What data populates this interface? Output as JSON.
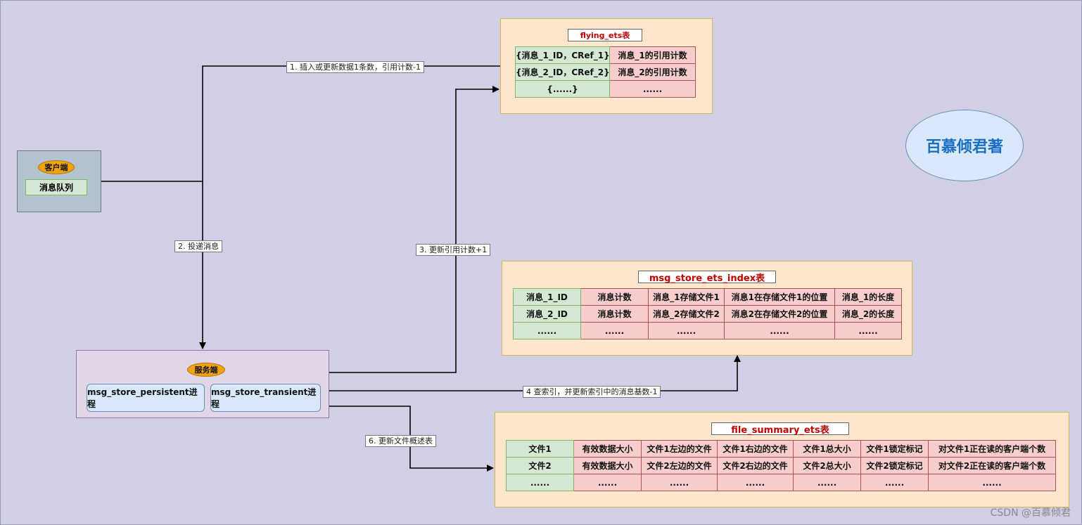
{
  "client": {
    "badge": "客户端",
    "queue": "消息队列"
  },
  "server": {
    "badge": "服务端",
    "process_1": "msg_store_persistent进程",
    "process_2": "msg_store_transient进程"
  },
  "flying_ets": {
    "title": "flying_ets表",
    "rows": [
      [
        "{消息_1_ID，CRef_1}",
        "消息_1的引用计数"
      ],
      [
        "{消息_2_ID，CRef_2}",
        "消息_2的引用计数"
      ],
      [
        "{......}",
        "......"
      ]
    ]
  },
  "msg_store_ets_index": {
    "title": "msg_store_ets_index表",
    "rows": [
      [
        "消息_1_ID",
        "消息计数",
        "消息_1存储文件1",
        "消息1在存储文件1的位置",
        "消息_1的长度"
      ],
      [
        "消息_2_ID",
        "消息计数",
        "消息_2存储文件2",
        "消息2在存储文件2的位置",
        "消息_2的长度"
      ],
      [
        "......",
        "......",
        "......",
        "......",
        "......"
      ]
    ]
  },
  "file_summary_ets": {
    "title": "file_summary_ets表",
    "rows": [
      [
        "文件1",
        "有效数据大小",
        "文件1左边的文件",
        "文件1右边的文件",
        "文件1总大小",
        "文件1锁定标记",
        "对文件1正在读的客户端个数"
      ],
      [
        "文件2",
        "有效数据大小",
        "文件2左边的文件",
        "文件2右边的文件",
        "文件2总大小",
        "文件2锁定标记",
        "对文件2正在读的客户端个数"
      ],
      [
        "......",
        "......",
        "......",
        "......",
        "......",
        "......",
        "......"
      ]
    ]
  },
  "edges": {
    "e1": "1. 插入或更新数据1条数，引用计数-1",
    "e2": "2. 投递消息",
    "e3": "3. 更新引用计数+1",
    "e4": "4 查索引，并更新索引中的消息基数-1",
    "e6": "6. 更新文件概述表"
  },
  "brand": "百慕倾君著",
  "watermark": "CSDN @百慕倾君",
  "colors": {
    "background": "#d0cfe5",
    "table_key": "#d5e8d4",
    "table_value": "#f8cecc",
    "panel": "#ffe6cc",
    "badge": "#f0a30a",
    "title_text": "#c00000",
    "brand_text": "#1a6fc4"
  }
}
